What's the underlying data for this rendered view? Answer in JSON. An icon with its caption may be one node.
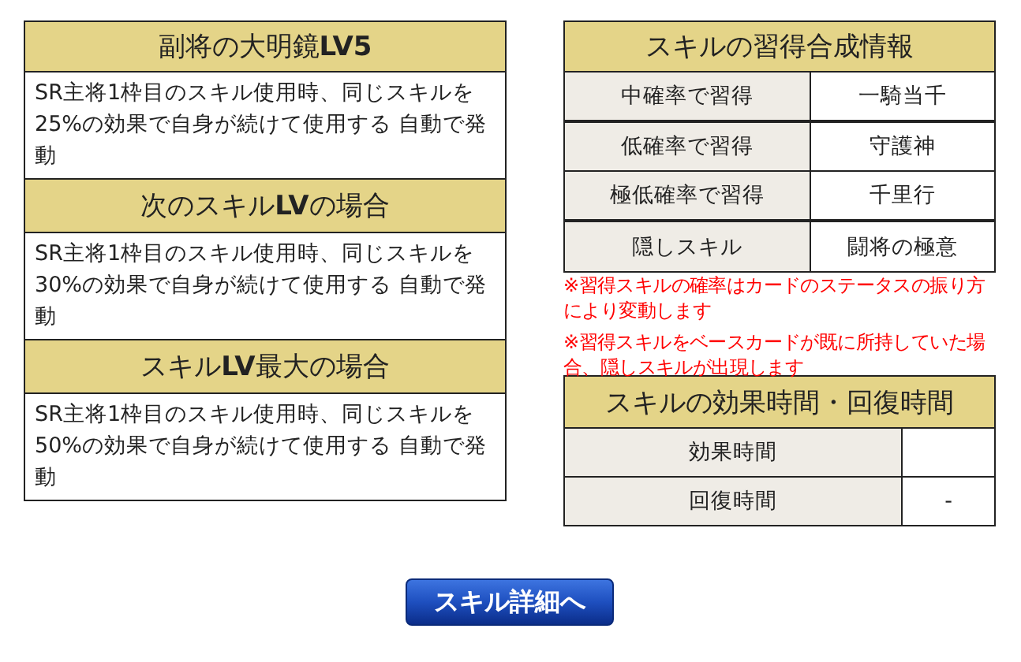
{
  "diagram": {
    "nodes": [
      {
        "text": [
          "副将の大明鏡**LV5**"
        ]
      },
      {
        "text": [
          "SR主将1枠目のスキル使用時、同じスキルを25%の効果で自身が続けて使用する 自動で発動"
        ]
      },
      {
        "text": [
          "次のスキル**LV**の場合"
        ]
      },
      {
        "text": [
          "SR主将1枠目のスキル使用時、同じスキルを30%の効果で自身が続けて使用する 自動で発動"
        ]
      },
      {
        "text": [
          "スキル**LV**最大の場合"
        ]
      },
      {
        "text": [
          "SR主将1枠目のスキル使用時、同じスキルを50%の効果で自身が続けて使用する 自動で発動"
        ]
      },
      {
        "text": [
          "スキルの習得合成情報"
        ]
      },
      {
        "text": [
          "スキルの効果時間・回復時間"
        ]
      },
      {
        "text": [
          "スキル詳細へ"
        ]
      }
    ],
    "labels": [
      "中確率で習得",
      "一騎当千",
      "低確率で習得",
      "守護神",
      "極低確率で習得",
      "千里行",
      "隠しスキル",
      "闘将の極意",
      "※習得スキルの確率はカードのステータスの振り方により変動します",
      "※習得スキルをベースカードが既に所持していた場合、隠しスキルが出現します",
      "効果時間",
      "回復時間",
      "-"
    ]
  }
}
